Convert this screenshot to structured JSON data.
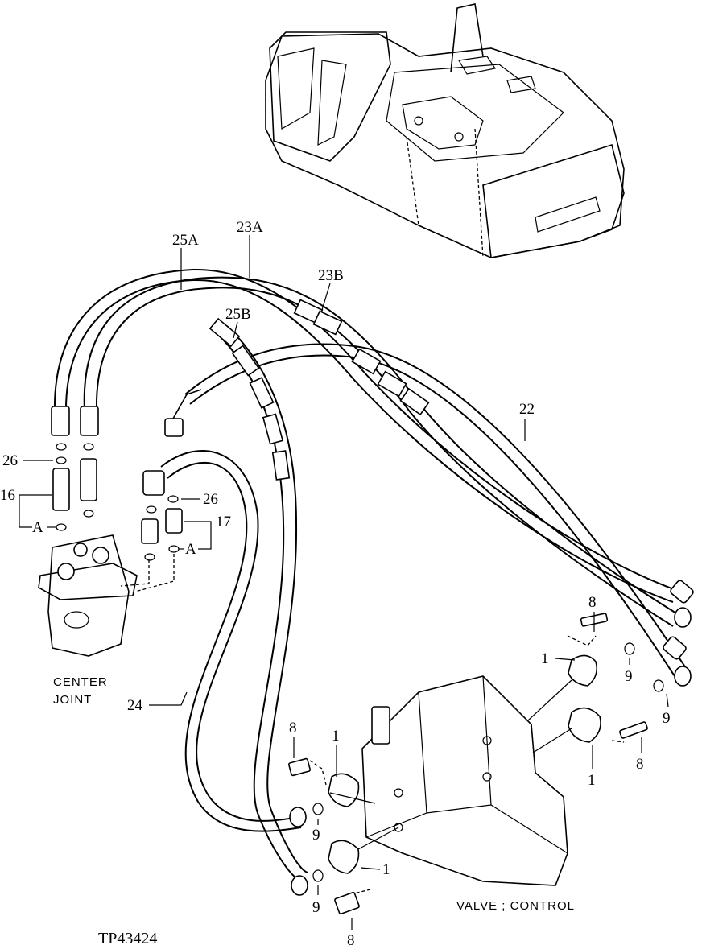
{
  "figure_id": "TP43424",
  "captions": {
    "center_joint_line1": "CENTER",
    "center_joint_line2": "JOINT",
    "valve_control": "VALVE ; CONTROL"
  },
  "callouts": [
    {
      "key": "c25A",
      "label": "25A"
    },
    {
      "key": "c23A",
      "label": "23A"
    },
    {
      "key": "c23B",
      "label": "23B"
    },
    {
      "key": "c25B",
      "label": "25B"
    },
    {
      "key": "c22",
      "label": "22"
    },
    {
      "key": "c26a",
      "label": "26"
    },
    {
      "key": "c16",
      "label": "16"
    },
    {
      "key": "cAa",
      "label": "A"
    },
    {
      "key": "c26b",
      "label": "26"
    },
    {
      "key": "c17",
      "label": "17"
    },
    {
      "key": "cAb",
      "label": "A"
    },
    {
      "key": "c24",
      "label": "24"
    },
    {
      "key": "c8a",
      "label": "8"
    },
    {
      "key": "c1a",
      "label": "1"
    },
    {
      "key": "c9a",
      "label": "9"
    },
    {
      "key": "c9b",
      "label": "9"
    },
    {
      "key": "c8b",
      "label": "8"
    },
    {
      "key": "c1b",
      "label": "1"
    },
    {
      "key": "c8c",
      "label": "8"
    },
    {
      "key": "c1c",
      "label": "1"
    },
    {
      "key": "c9c",
      "label": "9"
    },
    {
      "key": "c1d",
      "label": "1"
    },
    {
      "key": "c9d",
      "label": "9"
    },
    {
      "key": "c8d",
      "label": "8"
    }
  ]
}
